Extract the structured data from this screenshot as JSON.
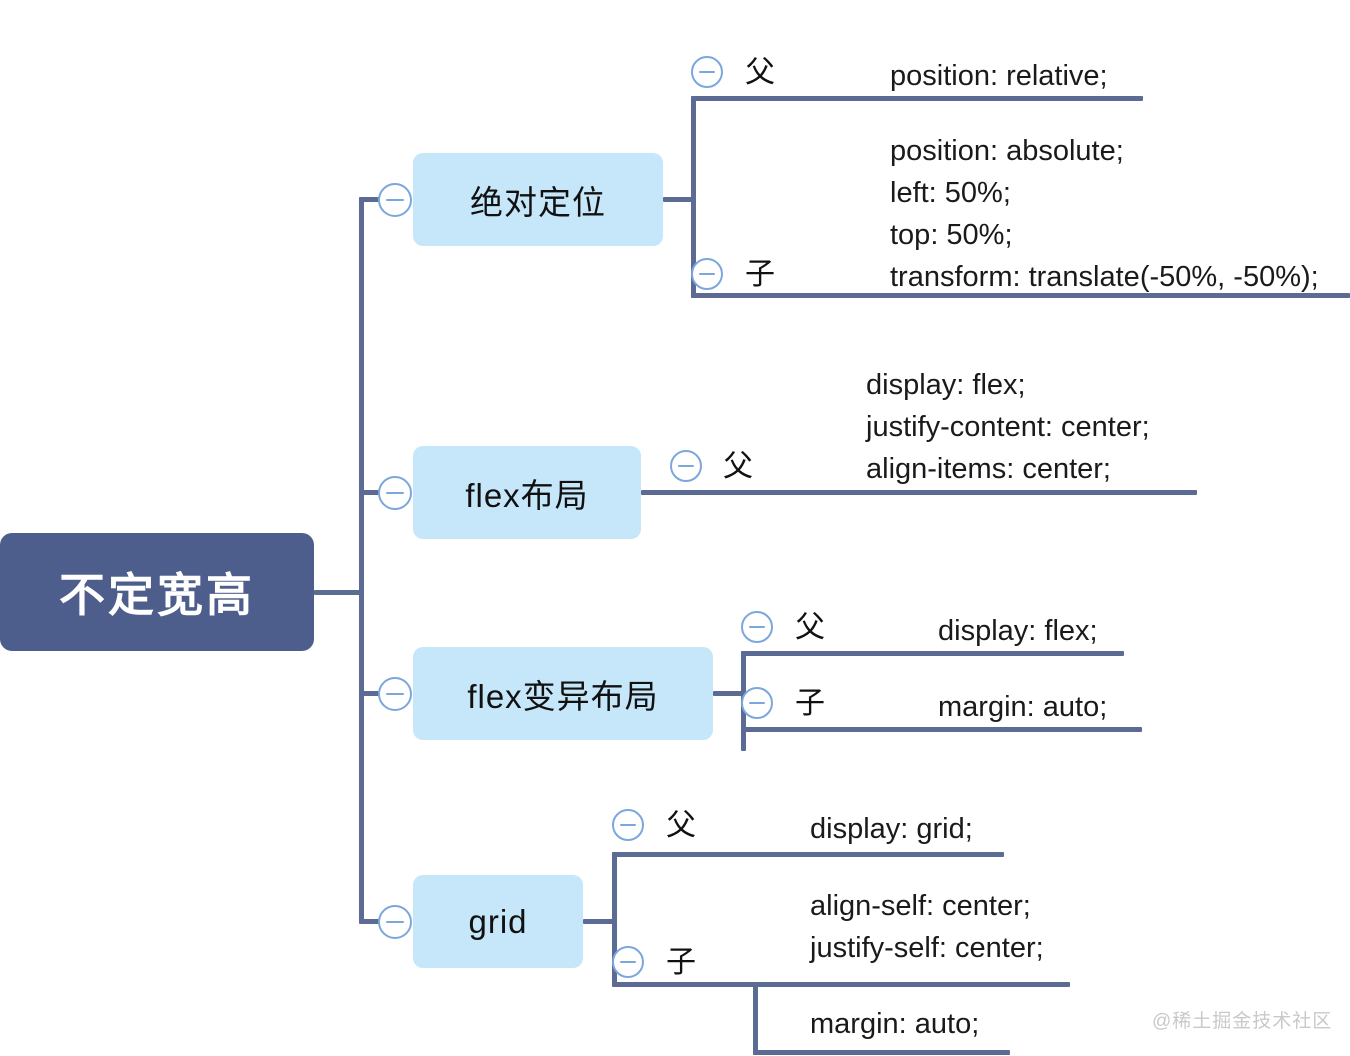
{
  "diagram": {
    "type": "mindmap",
    "title": "不定宽高",
    "watermark": "@稀土掘金技术社区",
    "colors": {
      "root_fill": "#4e5e8c",
      "root_text": "#ffffff",
      "branch_fill": "#c6e7f9",
      "branch_text": "#111111",
      "connector": "#5c6b93",
      "toggle_stroke": "#7ba7dd",
      "background": "#ffffff",
      "watermark_text": "#c9c9c9"
    },
    "root": {
      "label": "不定宽高"
    },
    "branches": [
      {
        "id": "absolute",
        "label": "绝对定位",
        "children": [
          {
            "role": "父",
            "declarations": [
              "position: relative;"
            ]
          },
          {
            "role": "子",
            "declarations": [
              "position: absolute;",
              "left: 50%;",
              "top: 50%;",
              "transform: translate(-50%, -50%);"
            ]
          }
        ]
      },
      {
        "id": "flex",
        "label": "flex布局",
        "children": [
          {
            "role": "父",
            "declarations": [
              "display: flex;",
              "justify-content: center;",
              "align-items: center;"
            ]
          }
        ]
      },
      {
        "id": "flex-variant",
        "label": "flex变异布局",
        "children": [
          {
            "role": "父",
            "declarations": [
              "display: flex;"
            ]
          },
          {
            "role": "子",
            "declarations": [
              "margin: auto;"
            ]
          }
        ]
      },
      {
        "id": "grid",
        "label": "grid",
        "children": [
          {
            "role": "父",
            "declarations": [
              "display: grid;"
            ]
          },
          {
            "role": "子",
            "declarations": [
              "align-self: center;",
              "justify-self: center;"
            ],
            "nested": {
              "declarations": [
                "margin: auto;"
              ]
            }
          }
        ]
      }
    ]
  }
}
